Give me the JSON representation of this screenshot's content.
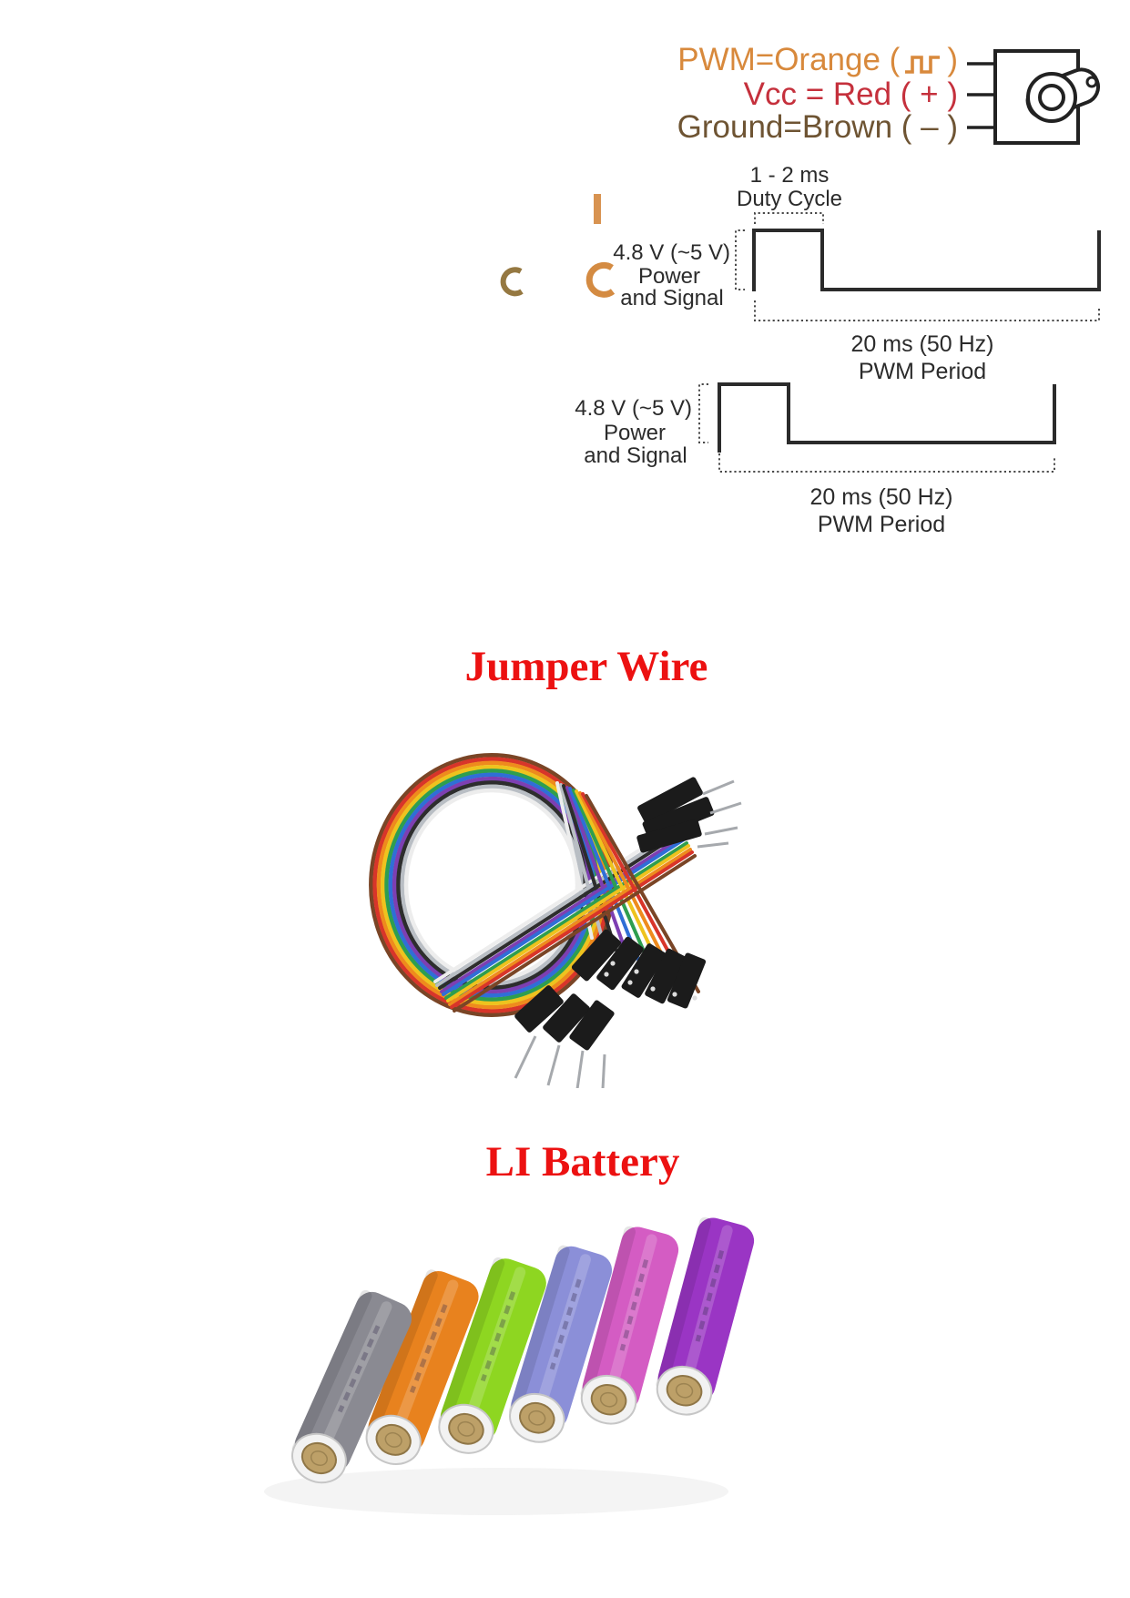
{
  "page": {
    "background": "#ffffff",
    "kind": "document page with servo wiring diagram, PWM timing diagrams and component photos"
  },
  "colors": {
    "heading_red": "#ec1111",
    "pwm_orange": "#d8893c",
    "vcc_red": "#c5303c",
    "ground_brown": "#6e5433",
    "diagram_ink": "#2b2b2b"
  },
  "servo_pinout": {
    "pwm_label_pre": "PWM=Orange (",
    "pwm_label_post": ")",
    "vcc_label": "Vcc = Red ( + )",
    "ground_label": "Ground=Brown ( – )"
  },
  "timing_diagram_1": {
    "duty_line1": "1 - 2 ms",
    "duty_line2": "Duty Cycle",
    "voltage_line1": "4.8 V (~5 V)",
    "voltage_line2": "Power",
    "voltage_line3": "and Signal",
    "period_line1": "20 ms (50 Hz)",
    "period_line2": "PWM Period"
  },
  "timing_diagram_2": {
    "voltage_line1": "4.8 V (~5 V)",
    "voltage_line2": "Power",
    "voltage_line3": "and Signal",
    "period_line1": "20 ms (50 Hz)",
    "period_line2": "PWM Period"
  },
  "sections": {
    "jumper_heading": "Jumper Wire",
    "battery_heading": "LI Battery"
  },
  "jumper_image": {
    "alt": "Looped rainbow ribbon of jumper wires with black male pin and female socket connectors",
    "ribbon_colors": [
      "#ededed",
      "#b9bec4",
      "#2d2d2d",
      "#7d3fb2",
      "#2f6fd6",
      "#2e9e4f",
      "#eec31e",
      "#ee8b1d",
      "#d8352a",
      "#7a4526"
    ]
  },
  "battery_image": {
    "alt": "Six tilted cylindrical lithium-ion cells with bottom terminals facing viewer",
    "cell_colors": [
      "#8a8a92",
      "#e8821e",
      "#8ed621",
      "#8b8fd8",
      "#d45cc3",
      "#9a35c4"
    ]
  }
}
